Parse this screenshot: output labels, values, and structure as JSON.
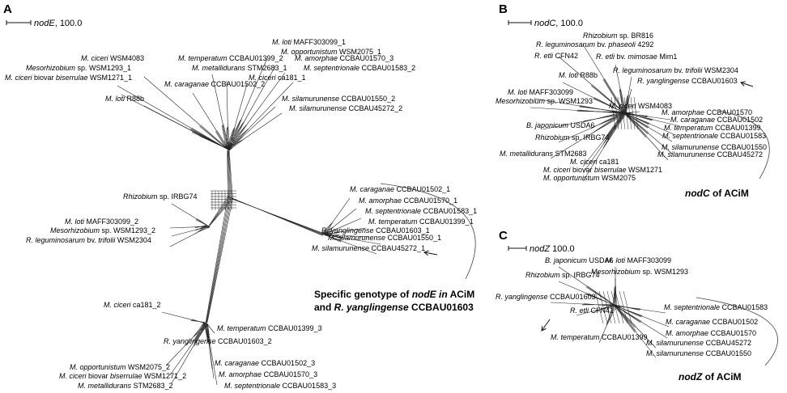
{
  "panels": [
    {
      "id": "A",
      "letter": "A",
      "scale": {
        "prefix": "",
        "gene": "nodE",
        "suffix": ", 100.0"
      },
      "taxa": [
        {
          "it": "M. ciceri",
          "rest": " WSM4083"
        },
        {
          "it": "Mesorhizobium",
          "rest": " sp. WSM1293_1"
        },
        {
          "it": "M. ciceri",
          "rest": " biovar ",
          "it2": "biserrulae",
          "rest2": " WSM1271_1"
        },
        {
          "it": "M. loti",
          "rest": " R88b"
        },
        {
          "it": "M. caraganae",
          "rest": " CCBAU01502_2"
        },
        {
          "it": "M. temperatum",
          "rest": " CCBAU01399_2"
        },
        {
          "it": "M. metallidurans",
          "rest": " STM2683_1"
        },
        {
          "it": "M. ciceri",
          "rest": " ca181_1"
        },
        {
          "it": "M. loti",
          "rest": " MAFF303099_1"
        },
        {
          "it": "M. opportunistum",
          "rest": " WSM2075_1"
        },
        {
          "it": "M. amorphae",
          "rest": " CCBAU01570_3"
        },
        {
          "it": "M. septentrionale",
          "rest": " CCBAU01583_2"
        },
        {
          "it": "M. silamurunense",
          "rest": " CCBAU01550_2"
        },
        {
          "it": "M. silamurunense",
          "rest": " CCBAU45272_2"
        },
        {
          "it": "M. caraganae",
          "rest": " CCBAU01502_1"
        },
        {
          "it": "M. amorphae",
          "rest": " CCBAU01570_1"
        },
        {
          "it": "M. septentrionale",
          "rest": " CCBAU01583_1"
        },
        {
          "it": "M. temperatum",
          "rest": " CCBAU01399_1"
        },
        {
          "it": "R. yanglingense",
          "rest": " CCBAU01603_1"
        },
        {
          "it": "M. silamurunense",
          "rest": " CCBAU01550_1"
        },
        {
          "it": "M. silamurunense",
          "rest": " CCBAU45272_1"
        },
        {
          "it": "Rhizobium",
          "rest": " sp. IRBG74"
        },
        {
          "it": "M. loti",
          "rest": " MAFF303099_2"
        },
        {
          "it": "Mesorhizobium",
          "rest": " sp. WSM1293_2"
        },
        {
          "it": "R. leguminosarum",
          "rest": " bv. ",
          "it2": "trifolii",
          "rest2": " WSM2304"
        },
        {
          "it": "M. ciceri",
          "rest": " ca181_2"
        },
        {
          "it": "M. temperatum",
          "rest": " CCBAU01399_3"
        },
        {
          "it": "R. yanglingense",
          "rest": " CCBAU01603_2"
        },
        {
          "it": "M. opportunistum",
          "rest": " WSM2075_2"
        },
        {
          "it": "M. ciceri",
          "rest": " biovar ",
          "it2": "biserrulae",
          "rest2": " WSM1271_2"
        },
        {
          "it": "M. metallidurans",
          "rest": " STM2683_2"
        },
        {
          "it": "M. caraganae",
          "rest": " CCBAU01502_3"
        },
        {
          "it": "M. amorphae",
          "rest": " CCBAU01570_3"
        },
        {
          "it": "M. septentrionale",
          "rest": " CCBAU01583_3"
        }
      ],
      "annotation": {
        "line1": {
          "a": "Specific genotype of ",
          "b": "nodE in",
          "c": " ACiM"
        },
        "line2": {
          "a": "and ",
          "b": "R. yanglingense",
          "c": " CCBAU01603"
        }
      }
    },
    {
      "id": "B",
      "letter": "B",
      "scale": {
        "prefix": "",
        "gene": "nodC",
        "suffix": ", 100.0"
      },
      "taxa": [
        {
          "it": "Rhizobium",
          "rest": " sp. BR816"
        },
        {
          "it": "R. leguminosarum",
          "rest": " bv. ",
          "it2": "phaseoli",
          "rest2": " 4292"
        },
        {
          "it": "R. etli",
          "rest": " CFN42"
        },
        {
          "it": "R. etli",
          "rest": " bv. ",
          "it2": "mimosae",
          "rest2": " Mim1"
        },
        {
          "it": "R. leguminosarum",
          "rest": " bv. ",
          "it2": "trifolii",
          "rest2": " WSM2304"
        },
        {
          "it": "M. loti",
          "rest": " R88b"
        },
        {
          "it": "R. yanglingense",
          "rest": " CCBAU01603"
        },
        {
          "it": "M. loti",
          "rest": " MAFF303099"
        },
        {
          "it": "Mesorhizobium",
          "rest": " sp. WSM1293"
        },
        {
          "it": "M. ciceri",
          "rest": " WSM4083"
        },
        {
          "it": "M. amorphae",
          "rest": " CCBAU01570"
        },
        {
          "it": "M. caraganae",
          "rest": " CCBAU01502"
        },
        {
          "it": "M. temperatum",
          "rest": " CCBAU01399"
        },
        {
          "it": "M. septentrionale",
          "rest": " CCBAU01583"
        },
        {
          "it": "B. japonicum",
          "rest": " USDA6"
        },
        {
          "it": "Rhizobium",
          "rest": " sp. IRBG74"
        },
        {
          "it": "M. silamurunense",
          "rest": " CCBAU01550"
        },
        {
          "it": "M. silamurunense",
          "rest": " CCBAU45272"
        },
        {
          "it": "M. metallidurans",
          "rest": " STM2683"
        },
        {
          "it": "M. ciceri",
          "rest": " ca181"
        },
        {
          "it": "M. ciceri",
          "rest": " biovar ",
          "it2": "biserrulae",
          "rest2": " WSM1271"
        },
        {
          "it": "M. opportunistum",
          "rest": " WSM2075"
        }
      ],
      "annotation": {
        "a": "",
        "b": "nodC",
        "c": " of ACiM"
      }
    },
    {
      "id": "C",
      "letter": "C",
      "scale": {
        "prefix": "",
        "gene": "nodZ",
        "suffix": "  100.0"
      },
      "taxa": [
        {
          "it": "B. japonicum",
          "rest": " USDA6"
        },
        {
          "it": "M. loti",
          "rest": " MAFF303099"
        },
        {
          "it": "Rhizobium",
          "rest": " sp. IRBG74"
        },
        {
          "it": "Mesorhizobium",
          "rest": " sp. WSM1293"
        },
        {
          "it": "R. yanglingense",
          "rest": " CCBAU01603"
        },
        {
          "it": "R. etli",
          "rest": " CFN42"
        },
        {
          "it": "M. septentrionale",
          "rest": " CCBAU01583"
        },
        {
          "it": "M. caraganae",
          "rest": " CCBAU01502"
        },
        {
          "it": "M. temperatum",
          "rest": " CCBAU01399"
        },
        {
          "it": "M. amorphae",
          "rest": " CCBAU01570"
        },
        {
          "it": "M. silamurunense",
          "rest": " CCBAU45272"
        },
        {
          "it": "M. silamurunense",
          "rest": " CCBAU01550"
        }
      ],
      "annotation": {
        "a": "",
        "b": "nodZ",
        "c": " of ACiM"
      }
    }
  ]
}
